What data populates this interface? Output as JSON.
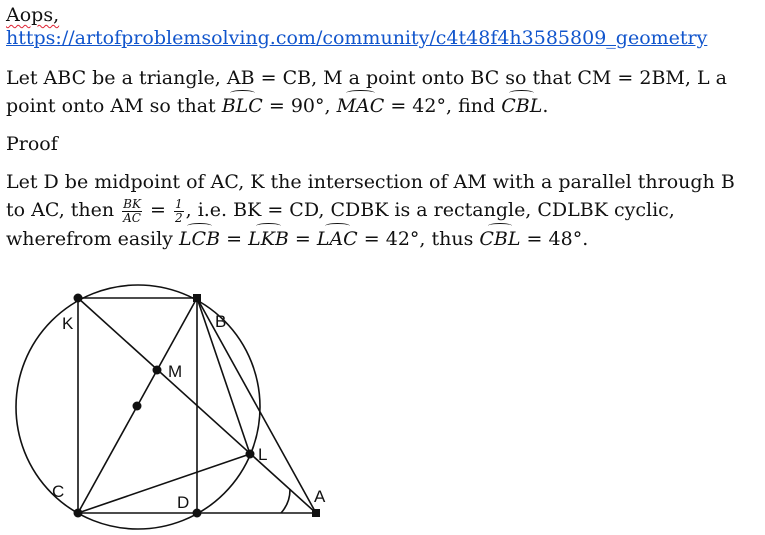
{
  "header": {
    "source": "Aops,",
    "link": "https://artofproblemsolving.com/community/c4t48f4h3585809_geometry"
  },
  "problem": {
    "line1": "Let ABC be a triangle, AB = CB, M a point onto BC so that CM = 2BM, L a",
    "line2_a": "point onto AM so that ",
    "angle1": "BLC",
    "eq1": " = 90°, ",
    "angle2": "MAC",
    "eq2": " = 42°, find ",
    "angle3": "CBL",
    "end": "."
  },
  "proof_title": "Proof",
  "proof": {
    "line1": "Let D be midpoint of AC, K the intersection of AM with a parallel through B",
    "line2_a": "to AC, then ",
    "frac1_num": "BK",
    "frac1_den": "AC",
    "eq": " = ",
    "frac2_num": "1",
    "frac2_den": "2",
    "line2_b": ", i.e. BK = CD, CDBK is a rectangle, CDLBK cyclic,",
    "line3_a": "wherefrom easily ",
    "a1": "LCB",
    "e1": " = ",
    "a2": "LKB",
    "e2": " = ",
    "a3": "LAC",
    "e3": " = 42°, thus ",
    "a4": "CBL",
    "e4": " = 48°."
  },
  "figure": {
    "points": {
      "K": "K",
      "B": "B",
      "M": "M",
      "L": "L",
      "C": "C",
      "D": "D",
      "A": "A"
    }
  }
}
